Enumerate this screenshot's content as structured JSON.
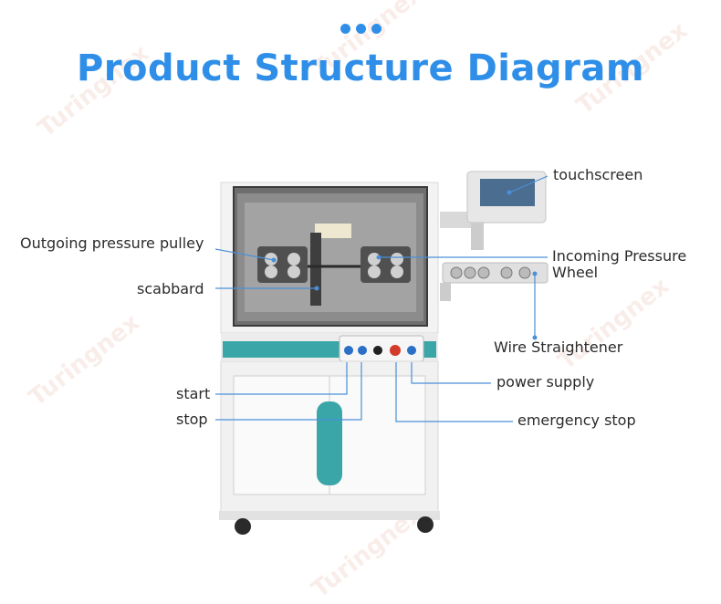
{
  "title": "Product Structure Diagram",
  "labels": {
    "touchscreen": "touchscreen",
    "outgoing_pressure_pulley": "Outgoing pressure pulley",
    "incoming_pressure_wheel_line1": "Incoming Pressure",
    "incoming_pressure_wheel_line2": "Wheel",
    "scabbard": "scabbard",
    "wire_straightener": "Wire Straightener",
    "start": "start",
    "power_supply": "power supply",
    "stop": "stop",
    "emergency_stop": "emergency stop"
  },
  "watermark": "Turingnex"
}
